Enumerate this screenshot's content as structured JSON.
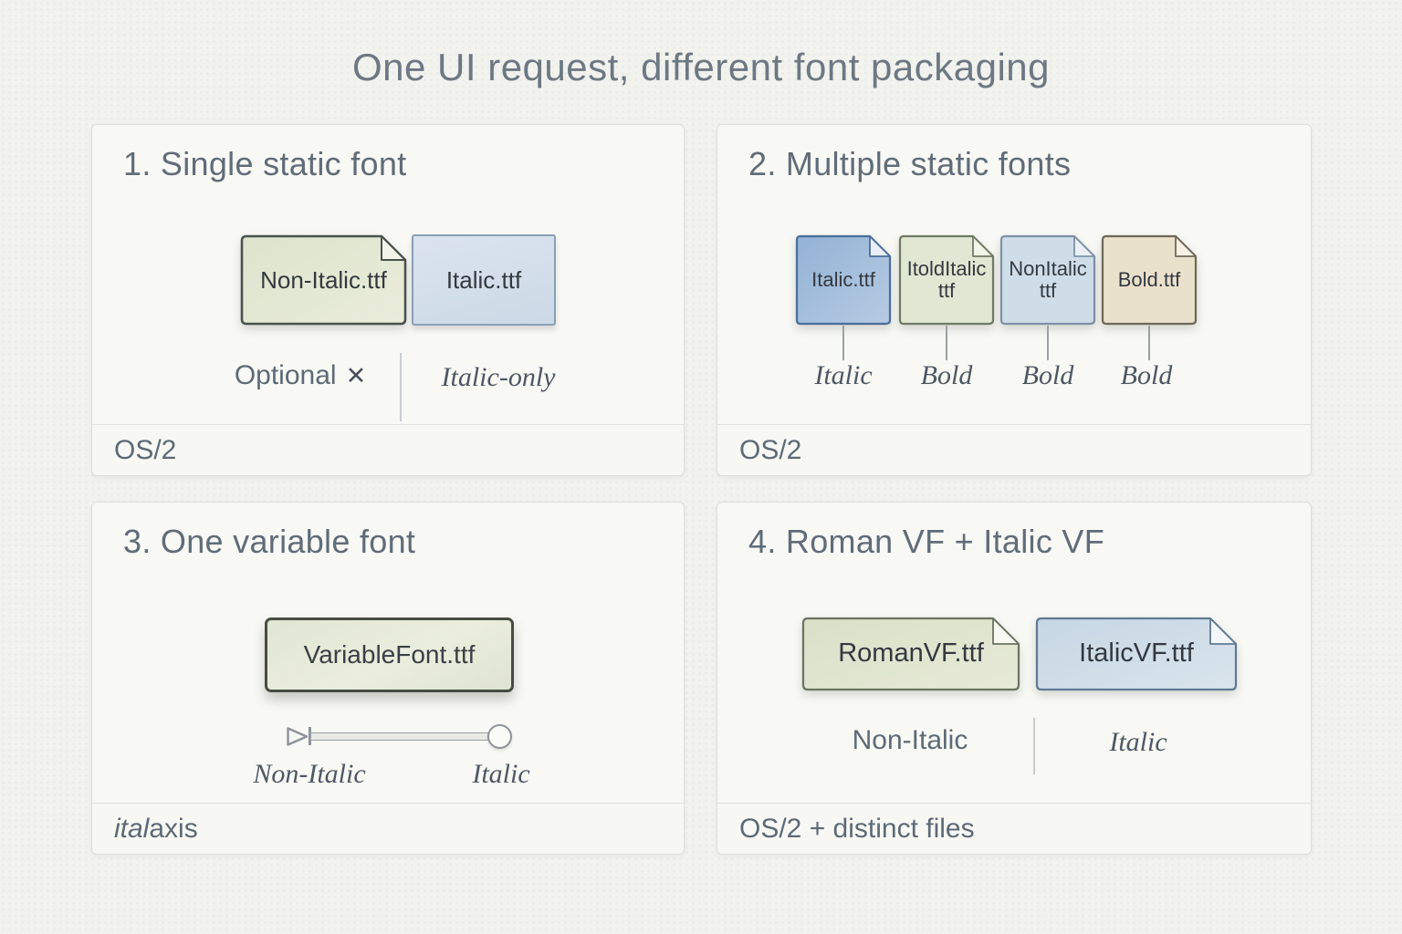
{
  "title": "One UI request, different font packaging",
  "panel1": {
    "heading": "1. Single static font",
    "file1": "Non-Italic.ttf",
    "file2": "Italic.ttf",
    "optional_label": "Optional",
    "optional_x": "✕",
    "right_label": "Italic-only",
    "footer": "OS/2"
  },
  "panel2": {
    "heading": "2. Multiple static fonts",
    "files": [
      {
        "line1": "Italic.ttf",
        "tag": "Italic"
      },
      {
        "line1": "ItoldItalic",
        "line2": "ttf",
        "tag": "Bold"
      },
      {
        "line1": "NonItalic",
        "line2": "ttf",
        "tag": "Bold"
      },
      {
        "line1": "Bold.ttf",
        "tag": "Bold"
      }
    ],
    "footer": "OS/2"
  },
  "panel3": {
    "heading": "3. One variable font",
    "file": "VariableFont.ttf",
    "slider_min_label": "Non-Italic",
    "slider_max_label": "Italic",
    "footer_axis_name": "ital",
    "footer_suffix": " axis"
  },
  "panel4": {
    "heading": "4. Roman VF + Italic VF",
    "file1": "RomanVF.ttf",
    "file2": "ItalicVF.ttf",
    "left_label": "Non-Italic",
    "right_label": "Italic",
    "footer": "OS/2 + distinct files"
  },
  "colors": {
    "background": "#f2f2ee",
    "panel_bg": "#f8f8f5",
    "heading_text": "#606c78",
    "serif_label_text": "#4d5863",
    "green_file": "#e2e7d4",
    "strong_blue_file": "#a5c0dc",
    "pale_blue_file": "#cfdde9",
    "tan_file": "#eae1cc",
    "file_text": "#33393f"
  }
}
